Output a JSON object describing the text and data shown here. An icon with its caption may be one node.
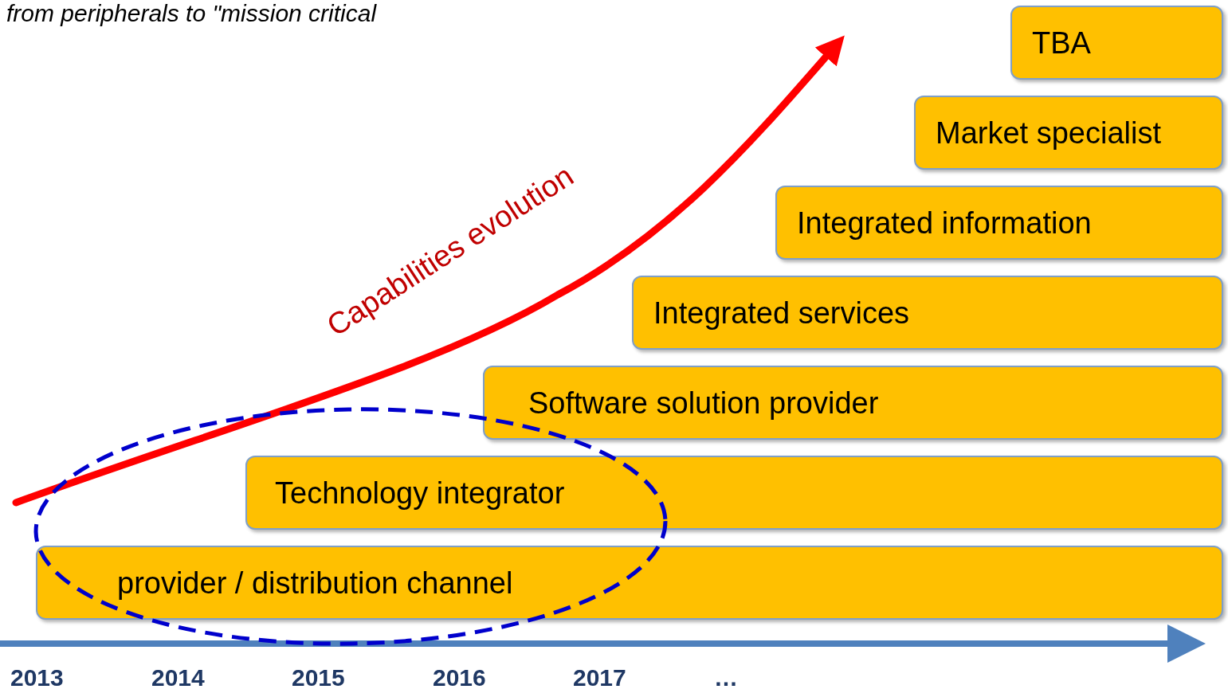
{
  "diagram": {
    "title": "from peripherals to \"mission critical",
    "nodes": [
      {
        "text": [
          "TBA"
        ]
      },
      {
        "text": [
          "Market specialist"
        ]
      },
      {
        "text": [
          "Integrated information"
        ]
      },
      {
        "text": [
          "Integrated services"
        ]
      },
      {
        "text": [
          "Software solution provider"
        ]
      },
      {
        "text": [
          "Technology integrator"
        ]
      },
      {
        "text": [
          "provider / distribution channel"
        ]
      }
    ],
    "edges": [],
    "labels": [
      "Capabilities evolution",
      "2013",
      "2014",
      "2015",
      "2016",
      "2017",
      "…"
    ]
  }
}
